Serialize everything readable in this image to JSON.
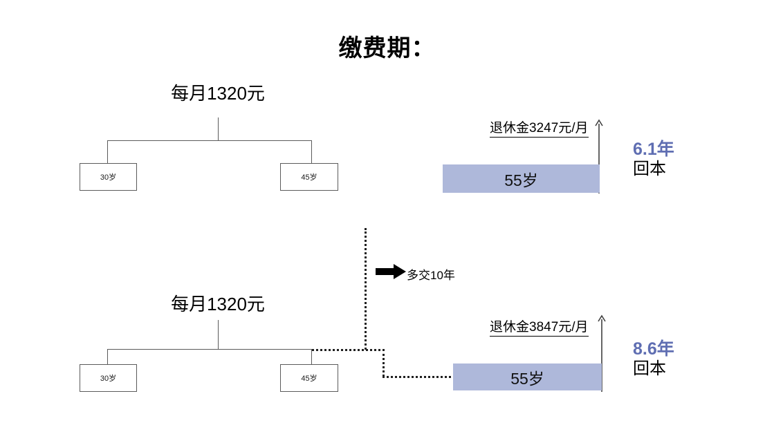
{
  "page": {
    "title": "缴费期：",
    "background": "#ffffff",
    "accent_blue": "#5f6eb2",
    "bar_fill": "#aeb8da",
    "line_color": "#5a5a5a"
  },
  "scenarios": [
    {
      "id": "scenario-top",
      "premium_label": "每月1320元",
      "nodes": [
        {
          "label": "30岁"
        },
        {
          "label": "45岁"
        }
      ],
      "pension_label": "退休金3247元/月",
      "bar_label": "55岁",
      "payback_years": "6.1年",
      "payback_word": "回本"
    },
    {
      "id": "scenario-bottom",
      "premium_label": "每月1320元",
      "nodes": [
        {
          "label": "30岁"
        },
        {
          "label": "45岁"
        }
      ],
      "pension_label": "退休金3847元/月",
      "bar_label": "55岁",
      "payback_years": "8.6年",
      "payback_word": "回本"
    }
  ],
  "middle_note": {
    "text": "多交10年",
    "icon": "right-arrow-icon"
  }
}
